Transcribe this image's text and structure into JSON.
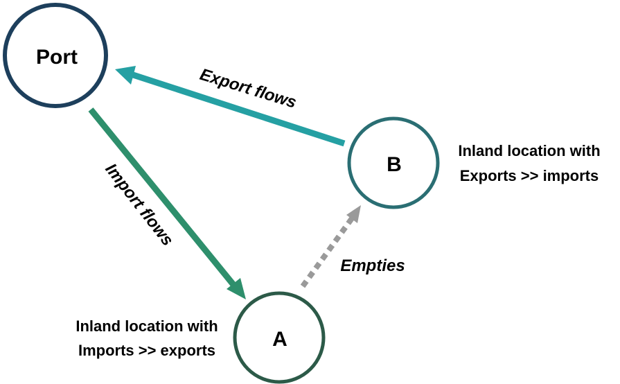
{
  "nodes": {
    "port": {
      "label": "Port",
      "stroke": "#1d3f5c"
    },
    "b": {
      "label": "B",
      "stroke": "#2a6e73",
      "description": [
        "Inland location with",
        "Exports >> imports"
      ]
    },
    "a": {
      "label": "A",
      "stroke": "#2c5a48",
      "description": [
        "Inland location with",
        "Imports >> exports"
      ]
    }
  },
  "flows": {
    "export": {
      "label": "Export flows",
      "color": "#25a0a3"
    },
    "import": {
      "label": "Import flows",
      "color": "#2e8f6c"
    },
    "empties": {
      "label": "Empties",
      "color": "#9a9a9a"
    }
  }
}
